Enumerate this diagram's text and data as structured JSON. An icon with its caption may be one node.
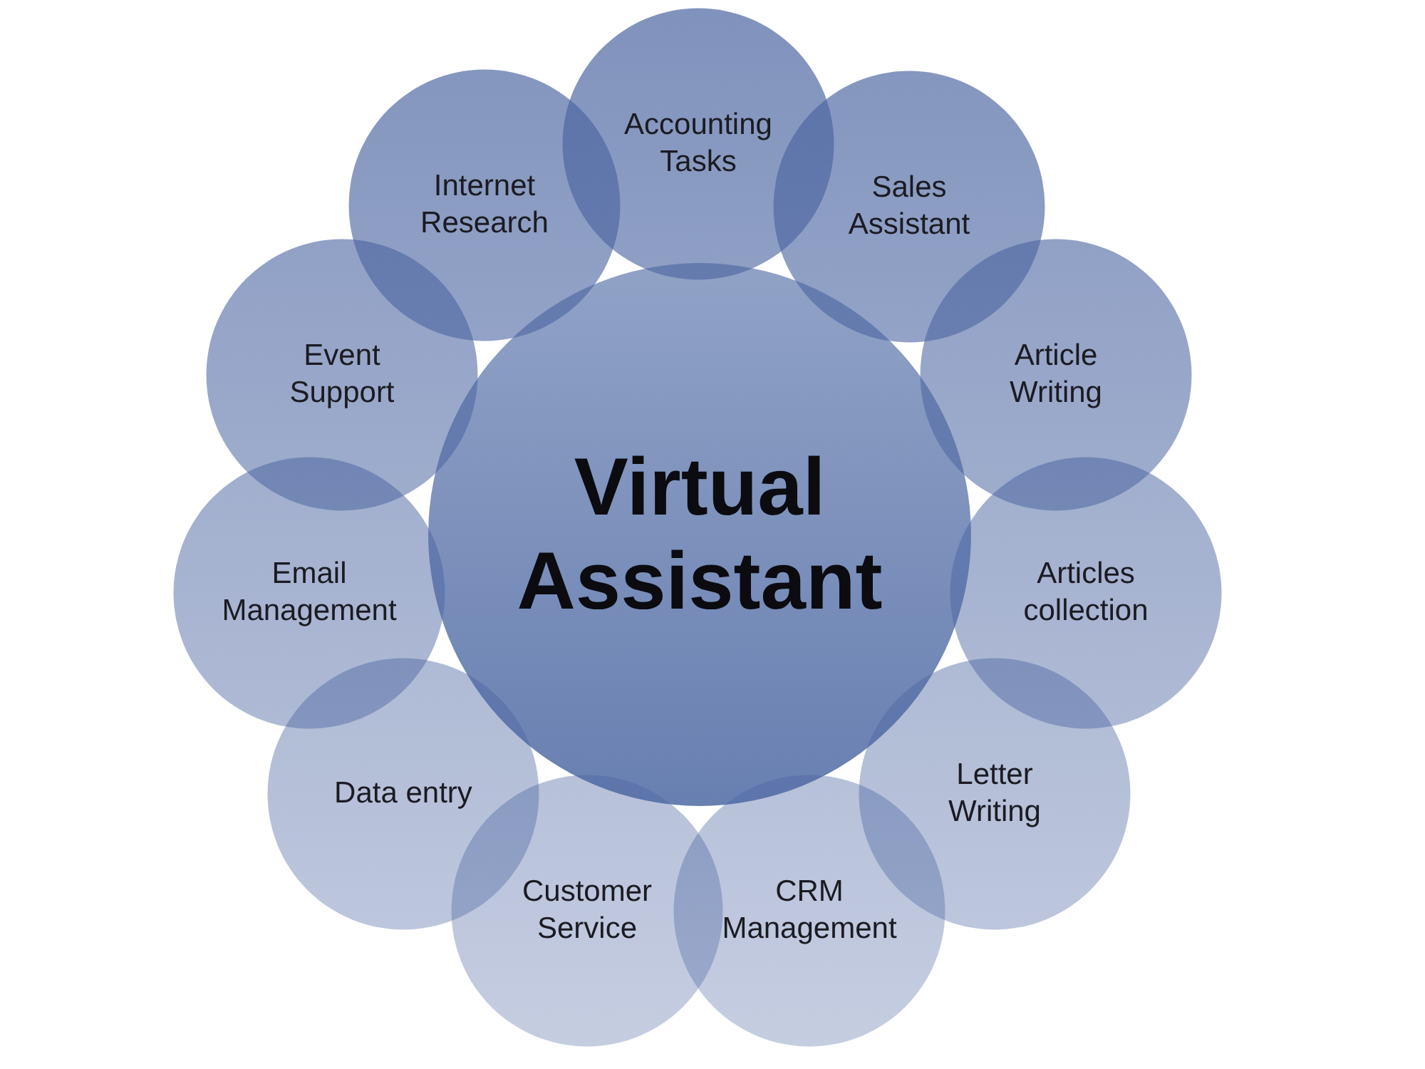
{
  "diagram": {
    "nodes": [
      {
        "text": [
          "Virtual Assistant"
        ]
      },
      {
        "text": [
          "Accounting Tasks"
        ]
      },
      {
        "text": [
          "Sales Assistant"
        ]
      },
      {
        "text": [
          "Article Writing"
        ]
      },
      {
        "text": [
          "Articles collection"
        ]
      },
      {
        "text": [
          "Letter Writing"
        ]
      },
      {
        "text": [
          "CRM Management"
        ]
      },
      {
        "text": [
          "Customer Service"
        ]
      },
      {
        "text": [
          "Data entry"
        ]
      },
      {
        "text": [
          "Email Management"
        ]
      },
      {
        "text": [
          "Event Support"
        ]
      },
      {
        "text": [
          "Internet Research"
        ]
      }
    ]
  }
}
